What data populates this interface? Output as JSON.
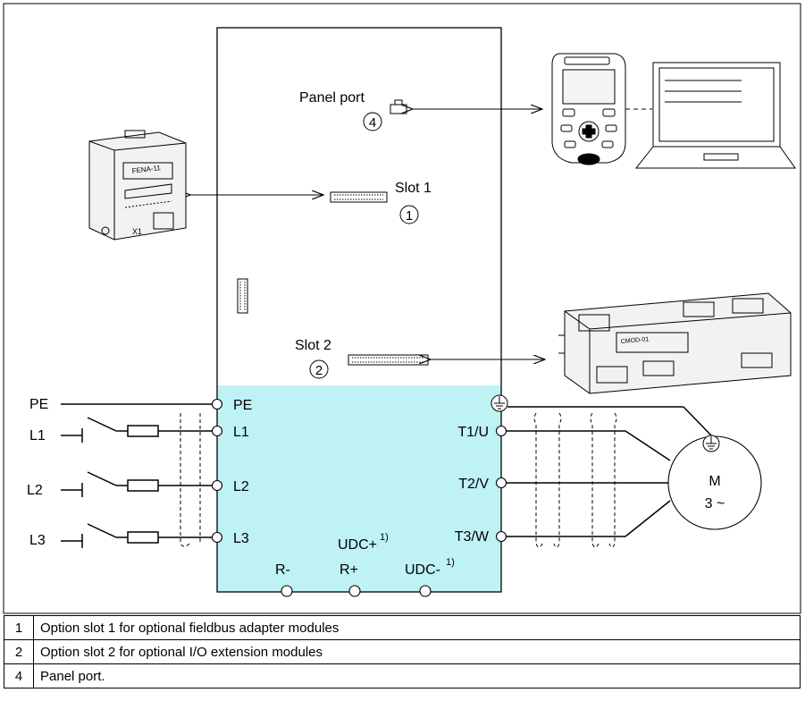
{
  "colors": {
    "power_area": "#bff2f4",
    "line": "#000000"
  },
  "labels": {
    "panel_port": "Panel port",
    "panel_port_num": "4",
    "slot1": "Slot 1",
    "slot1_num": "1",
    "slot2": "Slot 2",
    "slot2_num": "2",
    "pe_left": "PE",
    "l1_left": "L1",
    "l2_left": "L2",
    "l3_left": "L3",
    "pe_term": "PE",
    "l1_term": "L1",
    "l2_term": "L2",
    "l3_term": "L3",
    "t1": "T1/U",
    "t2": "T2/V",
    "t3": "T3/W",
    "udc_plus": "UDC+",
    "udc_plus_sup": "1)",
    "r_plus": "R+",
    "r_minus": "R-",
    "udc_minus": "UDC-",
    "udc_minus_sup": "1)",
    "motor_m": "M",
    "motor_phase": "3 ~",
    "fena_label": "FENA-11",
    "fena_x1": "X1",
    "cmod_label": "CMOD-01"
  },
  "legend": [
    {
      "num": "1",
      "text": "Option slot 1 for optional fieldbus adapter modules"
    },
    {
      "num": "2",
      "text": "Option slot 2 for optional I/O extension modules"
    },
    {
      "num": "4",
      "text": "Panel port."
    }
  ]
}
